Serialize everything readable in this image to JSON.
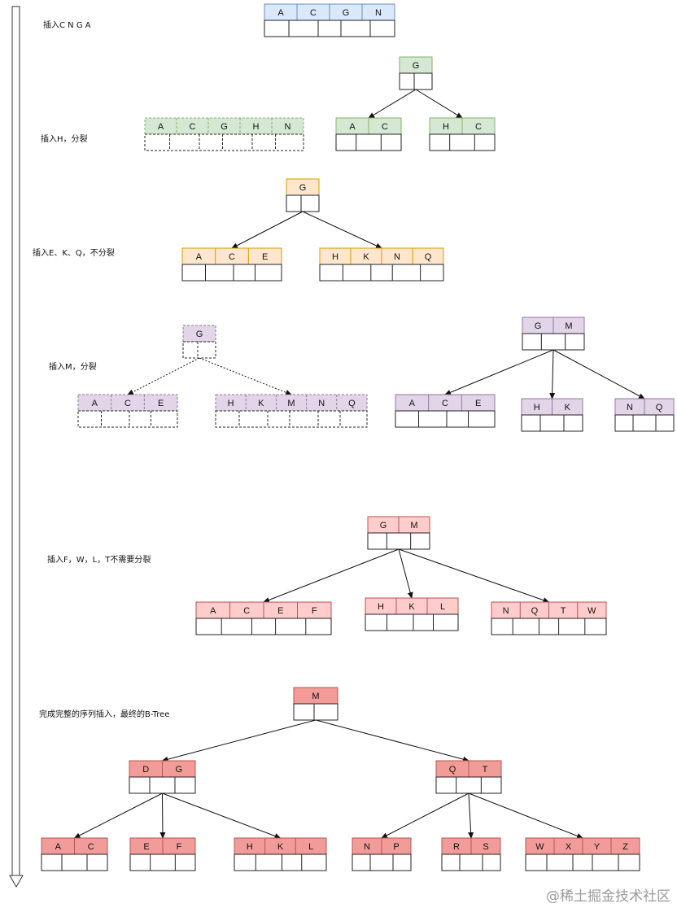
{
  "colors": {
    "blue": {
      "fill": "#dae8fc",
      "stroke": "#6c8ebf"
    },
    "green": {
      "fill": "#d5e8d4",
      "stroke": "#82b366"
    },
    "orange": {
      "fill": "#ffe6cc",
      "stroke": "#d79b00"
    },
    "purple": {
      "fill": "#e1d5e7",
      "stroke": "#9673a6"
    },
    "pink": {
      "fill": "#ffcccc",
      "stroke": "#b85450"
    },
    "red": {
      "fill": "#f19c99",
      "stroke": "#b85450"
    }
  },
  "steps": [
    {
      "label": "插入C N G A"
    },
    {
      "label": "插入H，分裂"
    },
    {
      "label": "插入E、K、Q，不分裂"
    },
    {
      "label": "插入M，分裂"
    },
    {
      "label": "插入F，W，L，T不需要分裂"
    },
    {
      "label": "完成完整的序列插入，最终的B-Tree"
    }
  ],
  "nodes": [
    {
      "keys": [
        "A",
        "C",
        "G",
        "N"
      ],
      "color": "blue"
    },
    {
      "keys": [
        "A",
        "C",
        "G",
        "H",
        "N"
      ],
      "color": "green",
      "dashed": true
    },
    {
      "keys": [
        "G"
      ],
      "color": "green"
    },
    {
      "keys": [
        "A",
        "C"
      ],
      "color": "green"
    },
    {
      "keys": [
        "H",
        "C"
      ],
      "color": "green"
    },
    {
      "keys": [
        "G"
      ],
      "color": "orange"
    },
    {
      "keys": [
        "A",
        "C",
        "E"
      ],
      "color": "orange"
    },
    {
      "keys": [
        "H",
        "K",
        "N",
        "Q"
      ],
      "color": "orange"
    },
    {
      "keys": [
        "G"
      ],
      "color": "purple",
      "dashed": true
    },
    {
      "keys": [
        "A",
        "C",
        "E"
      ],
      "color": "purple",
      "dashed": true
    },
    {
      "keys": [
        "H",
        "K",
        "M",
        "N",
        "Q"
      ],
      "color": "purple",
      "dashed": true
    },
    {
      "keys": [
        "G",
        "M"
      ],
      "color": "purple"
    },
    {
      "keys": [
        "A",
        "C",
        "E"
      ],
      "color": "purple"
    },
    {
      "keys": [
        "H",
        "K"
      ],
      "color": "purple"
    },
    {
      "keys": [
        "N",
        "Q"
      ],
      "color": "purple"
    },
    {
      "keys": [
        "G",
        "M"
      ],
      "color": "pink"
    },
    {
      "keys": [
        "A",
        "C",
        "E",
        "F"
      ],
      "color": "pink"
    },
    {
      "keys": [
        "H",
        "K",
        "L"
      ],
      "color": "pink"
    },
    {
      "keys": [
        "N",
        "Q",
        "T",
        "W"
      ],
      "color": "pink"
    },
    {
      "keys": [
        "M"
      ],
      "color": "red"
    },
    {
      "keys": [
        "D",
        "G"
      ],
      "color": "red"
    },
    {
      "keys": [
        "Q",
        "T"
      ],
      "color": "red"
    },
    {
      "keys": [
        "A",
        "C"
      ],
      "color": "red"
    },
    {
      "keys": [
        "E",
        "F"
      ],
      "color": "red"
    },
    {
      "keys": [
        "H",
        "K",
        "L"
      ],
      "color": "red"
    },
    {
      "keys": [
        "N",
        "P"
      ],
      "color": "red"
    },
    {
      "keys": [
        "R",
        "S"
      ],
      "color": "red"
    },
    {
      "keys": [
        "W",
        "X",
        "Y",
        "Z"
      ],
      "color": "red"
    }
  ],
  "edges": [
    {
      "from": 2,
      "to": 3
    },
    {
      "from": 2,
      "to": 4
    },
    {
      "from": 5,
      "to": 6
    },
    {
      "from": 5,
      "to": 7
    },
    {
      "from": 8,
      "to": 9,
      "dotted": true
    },
    {
      "from": 8,
      "to": 10,
      "dotted": true
    },
    {
      "from": 11,
      "to": 12
    },
    {
      "from": 11,
      "to": 13
    },
    {
      "from": 11,
      "to": 14
    },
    {
      "from": 15,
      "to": 16
    },
    {
      "from": 15,
      "to": 17
    },
    {
      "from": 15,
      "to": 18
    },
    {
      "from": 19,
      "to": 20
    },
    {
      "from": 19,
      "to": 21
    },
    {
      "from": 20,
      "to": 22
    },
    {
      "from": 20,
      "to": 23
    },
    {
      "from": 20,
      "to": 24
    },
    {
      "from": 21,
      "to": 25
    },
    {
      "from": 21,
      "to": 26
    },
    {
      "from": 21,
      "to": 27
    }
  ],
  "watermark": "@稀土掘金技术社区"
}
